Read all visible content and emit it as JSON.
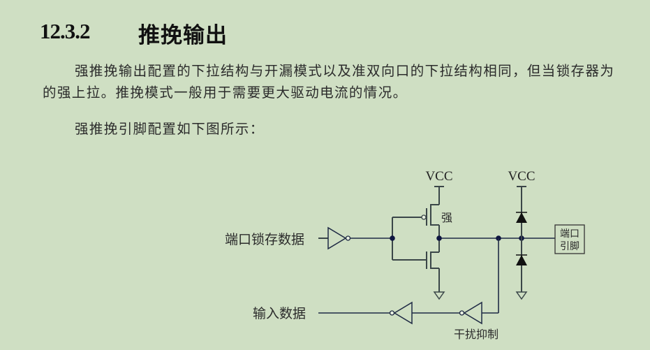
{
  "section": {
    "number": "12.3.2",
    "title": "推挽输出"
  },
  "paragraphs": [
    "强推挽输出配置的下拉结构与开漏模式以及准双向口的下拉结构相同，但当锁存器为",
    "的强上拉。推挽模式一般用于需要更大驱动电流的情况。",
    "强推挽引脚配置如下图所示："
  ],
  "diagram": {
    "title": "强推挽引脚配置电路图",
    "labels": {
      "latch_data": "端口锁存数据",
      "input_data": "输入数据",
      "vcc_left": "VCC",
      "vcc_right": "VCC",
      "strong": "强",
      "pin_line1": "端口",
      "pin_line2": "引脚",
      "glitch_filter": "干扰抑制"
    },
    "colors": {
      "background": "#cfdfc3",
      "wire": "#1f2a44",
      "node": "#0e1540"
    }
  }
}
